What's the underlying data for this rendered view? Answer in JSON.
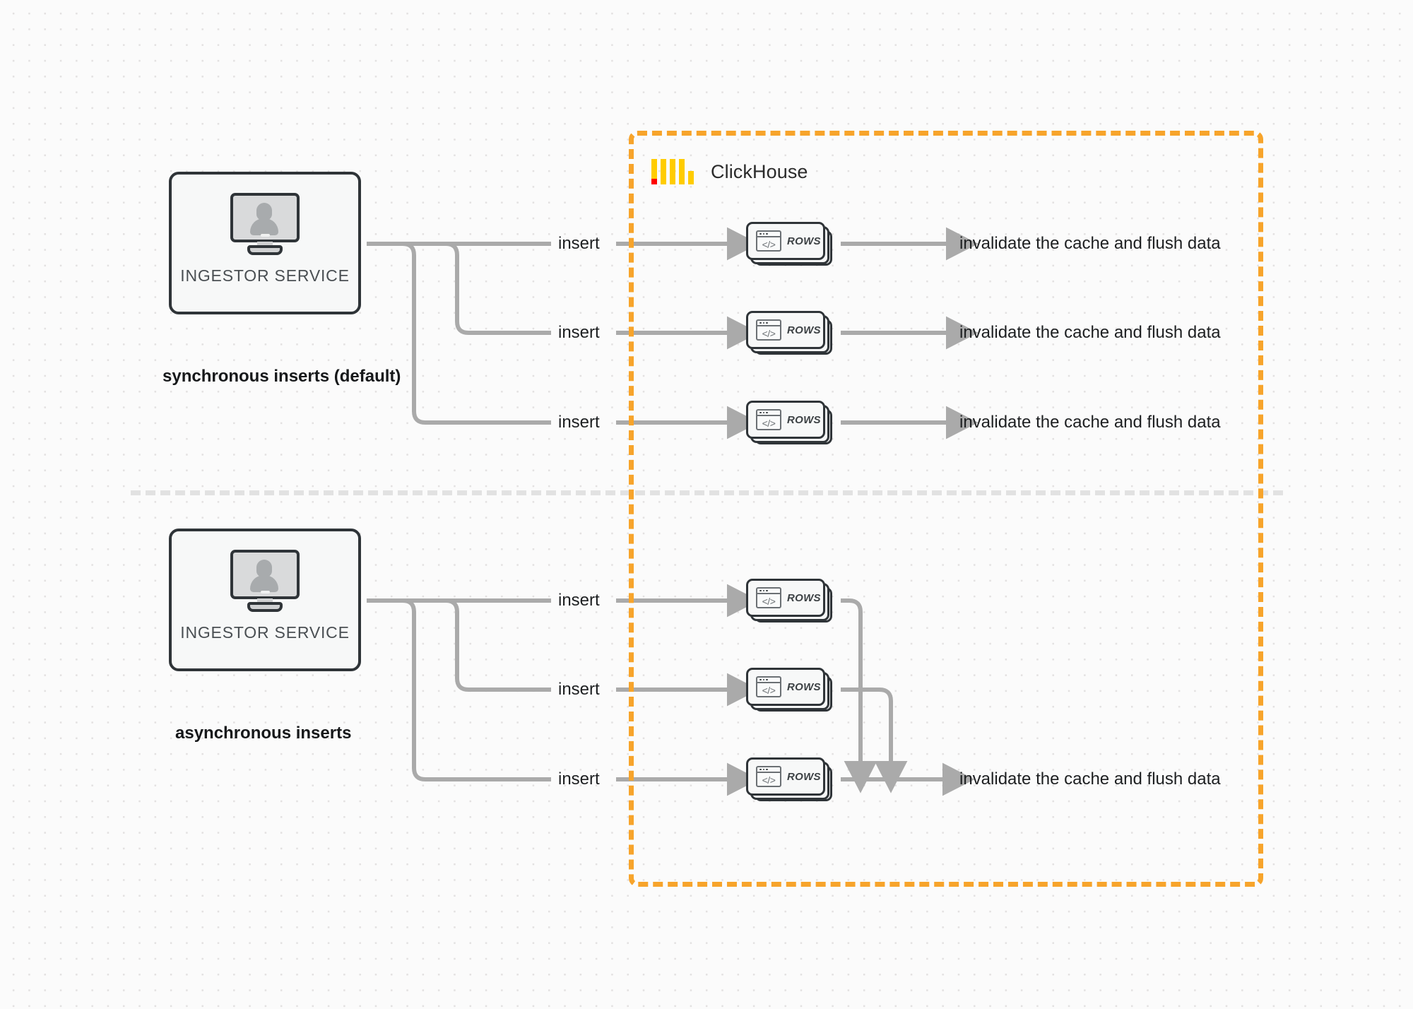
{
  "diagram": {
    "title": "ClickHouse synchronous vs asynchronous inserts",
    "colors": {
      "boundary": "#f7a42b",
      "logo_yellow": "#ffcc00",
      "logo_red": "#ff0000",
      "connector": "#aaaaaa",
      "box_border": "#2f3438",
      "background": "#fbfbfb",
      "divider": "#e2e2e2"
    }
  },
  "boundary": {
    "name": "ClickHouse",
    "logo_icon": "clickhouse-logo-icon"
  },
  "sections": [
    {
      "id": "synchronous",
      "caption": "synchronous inserts (default)",
      "service": {
        "label": "INGESTOR SERVICE",
        "icon": "monitor-user-icon"
      },
      "rows": [
        {
          "insert_label": "insert",
          "card_label": "ROWS",
          "card_icon": "code-window-icon",
          "result_label": "invalidate the cache and flush data"
        },
        {
          "insert_label": "insert",
          "card_label": "ROWS",
          "card_icon": "code-window-icon",
          "result_label": "invalidate the cache and flush data"
        },
        {
          "insert_label": "insert",
          "card_label": "ROWS",
          "card_icon": "code-window-icon",
          "result_label": "invalidate the cache and flush data"
        }
      ]
    },
    {
      "id": "asynchronous",
      "caption": "asynchronous inserts",
      "service": {
        "label": "INGESTOR SERVICE",
        "icon": "monitor-user-icon"
      },
      "rows": [
        {
          "insert_label": "insert",
          "card_label": "ROWS",
          "card_icon": "code-window-icon"
        },
        {
          "insert_label": "insert",
          "card_label": "ROWS",
          "card_icon": "code-window-icon"
        },
        {
          "insert_label": "insert",
          "card_label": "ROWS",
          "card_icon": "code-window-icon"
        }
      ],
      "result_label": "invalidate the cache and flush data"
    }
  ]
}
